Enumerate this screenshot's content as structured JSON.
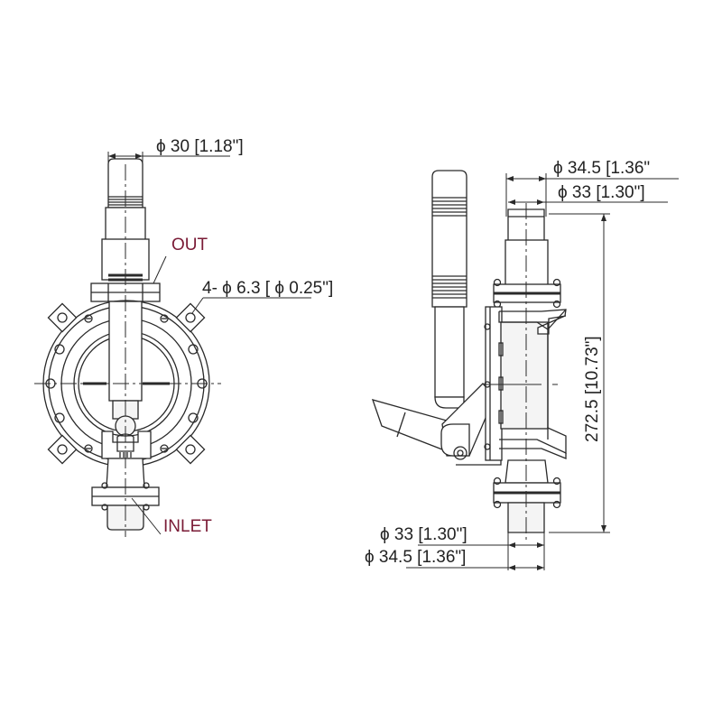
{
  "colors": {
    "line": "#2a2a2a",
    "label": "#7a1b36",
    "fill": "#f4f4f4",
    "background": "#ffffff"
  },
  "front_view": {
    "dimensions": {
      "outlet_diameter": "ϕ 30 [1.18\"]",
      "mount_holes": "4- ϕ 6.3 [ ϕ 0.25\"]"
    },
    "labels": {
      "outlet": "OUT",
      "inlet": "INLET"
    }
  },
  "side_view": {
    "dimensions": {
      "top_outer_diameter": "ϕ 34.5 [1.36\"",
      "top_inner_diameter": "ϕ 33 [1.30\"]",
      "overall_height": "272.5 [10.73\"]",
      "bottom_inner_diameter": "ϕ 33 [1.30\"]",
      "bottom_outer_diameter": "ϕ 34.5 [1.36\"]"
    }
  }
}
